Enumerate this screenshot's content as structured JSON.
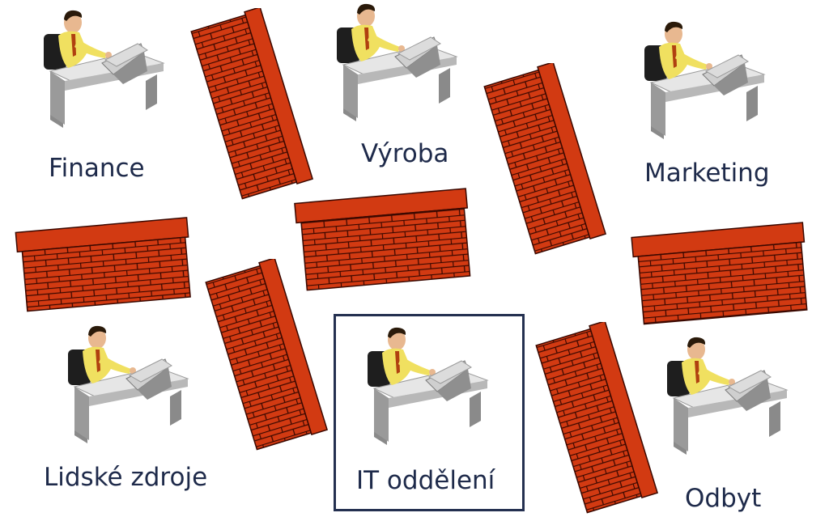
{
  "departments": [
    {
      "id": "finance",
      "label": "Finance"
    },
    {
      "id": "vyroba",
      "label": "Výroba"
    },
    {
      "id": "marketing",
      "label": "Marketing"
    },
    {
      "id": "hr",
      "label": "Lidské zdroje"
    },
    {
      "id": "it",
      "label": "IT oddělení",
      "highlighted": true
    },
    {
      "id": "odbyt",
      "label": "Odbyt"
    }
  ],
  "colors": {
    "label_text": "#1e2a4a",
    "brick": "#d23a12",
    "mortar": "#3a0800",
    "frame": "#243050"
  },
  "icons": {
    "worker": "person-at-desk-with-computer-icon",
    "wall": "brick-wall"
  }
}
